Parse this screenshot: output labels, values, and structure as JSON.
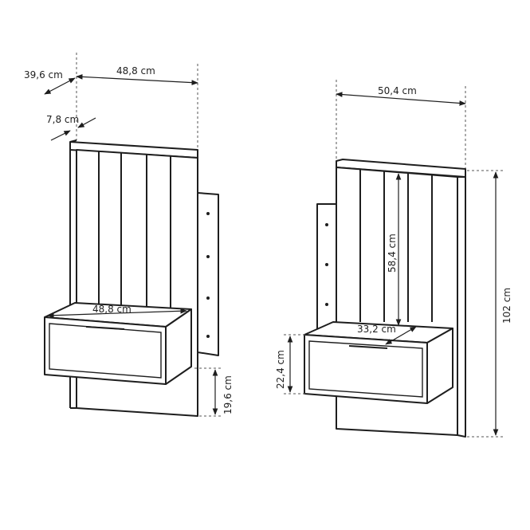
{
  "left_view": {
    "dim_depth": "39,6 cm",
    "dim_width_top": "48,8 cm",
    "dim_shelf_thickness": "7,8 cm",
    "dim_width_shelf": "48,8 cm",
    "dim_bottom_gap": "19,6 cm"
  },
  "right_view": {
    "dim_width_top": "50,4 cm",
    "dim_panel_height": "58,4 cm",
    "dim_total_height": "102 cm",
    "dim_shelf_depth": "33,2 cm",
    "dim_drawer_height": "22,4 cm"
  }
}
